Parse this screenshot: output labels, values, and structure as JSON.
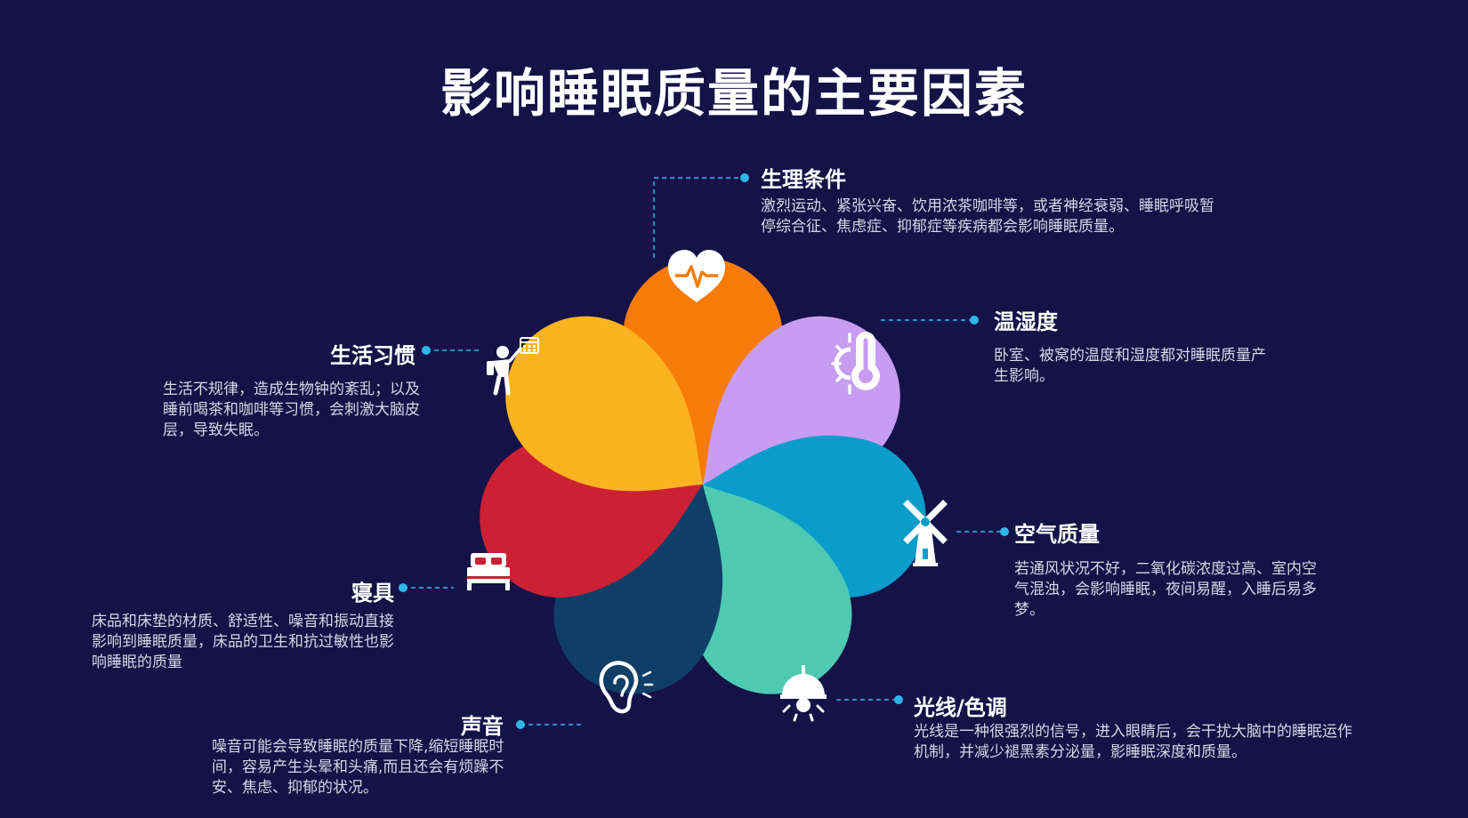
{
  "title": "影响睡眠质量的主要因素",
  "colors": {
    "background": "#151247",
    "connector": "#2eb6ea"
  },
  "factors": [
    {
      "name": "生理条件",
      "description": "激烈运动、紧张兴奋、饮用浓茶咖啡等，或者神经衰弱、睡眠呼吸暂停综合征、焦虑症、抑郁症等疾病都会影响睡眠质量。",
      "color": "#f77b08",
      "icon": "heart-pulse-icon"
    },
    {
      "name": "温湿度",
      "description": "卧室、被窝的温度和湿度都对睡眠质量产生影响。",
      "color": "#c79cf2",
      "icon": "thermometer-sun-icon"
    },
    {
      "name": "空气质量",
      "description": "若通风状况不好，二氧化碳浓度过高、室内空气混浊，会影响睡眠，夜间易醒，入睡后易多梦。",
      "color": "#0a9cca",
      "icon": "windmill-icon"
    },
    {
      "name": "光线/色调",
      "description": "光线是一种很强烈的信号，进入眼睛后，会干扰大脑中的睡眠运作机制，并减少褪黑素分泌量，影睡眠深度和质量。",
      "color": "#4ecab2",
      "icon": "lamp-icon"
    },
    {
      "name": "声音",
      "description": "噪音可能会导致睡眠的质量下降,缩短睡眠时间，容易产生头晕和头痛,而且还会有烦躁不安、焦虑、抑郁的状况。",
      "color": "#0f3e66",
      "icon": "ear-icon"
    },
    {
      "name": "寝具",
      "description": "床品和床垫的材质、舒适性、噪音和振动直接影响到睡眠质量，床品的卫生和抗过敏性也影响睡眠的质量",
      "color": "#cc2134",
      "icon": "bed-icon"
    },
    {
      "name": "生活习惯",
      "description": "生活不规律，造成生物钟的紊乱；以及睡前喝茶和咖啡等习惯，会刺激大脑皮层，导致失眠。",
      "color": "#fbb321",
      "icon": "person-calendar-icon"
    }
  ]
}
